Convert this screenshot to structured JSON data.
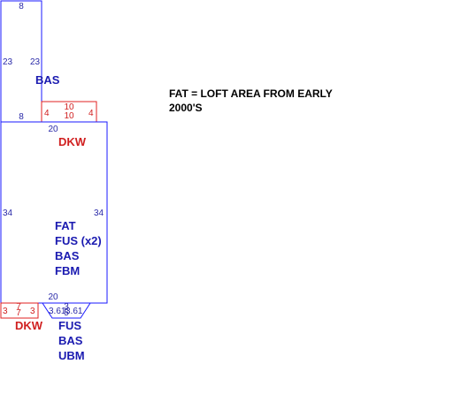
{
  "colors": {
    "structure": "#1a1aff",
    "deck": "#e02020",
    "note": "#000000"
  },
  "upper_section": {
    "label": "BAS",
    "dims": {
      "top": "8",
      "left": "23",
      "right": "23",
      "bottom": "8"
    }
  },
  "deck_top": {
    "label": "DKW",
    "dims": {
      "left": "4",
      "top": "10",
      "inner": "10",
      "right": "4"
    }
  },
  "main_section": {
    "labels": [
      "FAT",
      "FUS (x2)",
      "BAS",
      "FBM"
    ],
    "dims": {
      "top": "20",
      "left": "34",
      "right": "34",
      "bottom": "20"
    }
  },
  "deck_bottom": {
    "label": "DKW",
    "dims": {
      "left": "3",
      "top": "7",
      "inner": "7",
      "right": "3"
    }
  },
  "bay_section": {
    "labels": [
      "FUS",
      "BAS",
      "UBM"
    ],
    "dims": {
      "left": "3.61",
      "center_top": "3",
      "center_bottom": "5",
      "right": "3.61"
    }
  },
  "note": {
    "lines": [
      "FAT = LOFT AREA FROM EARLY",
      "2000'S"
    ]
  }
}
